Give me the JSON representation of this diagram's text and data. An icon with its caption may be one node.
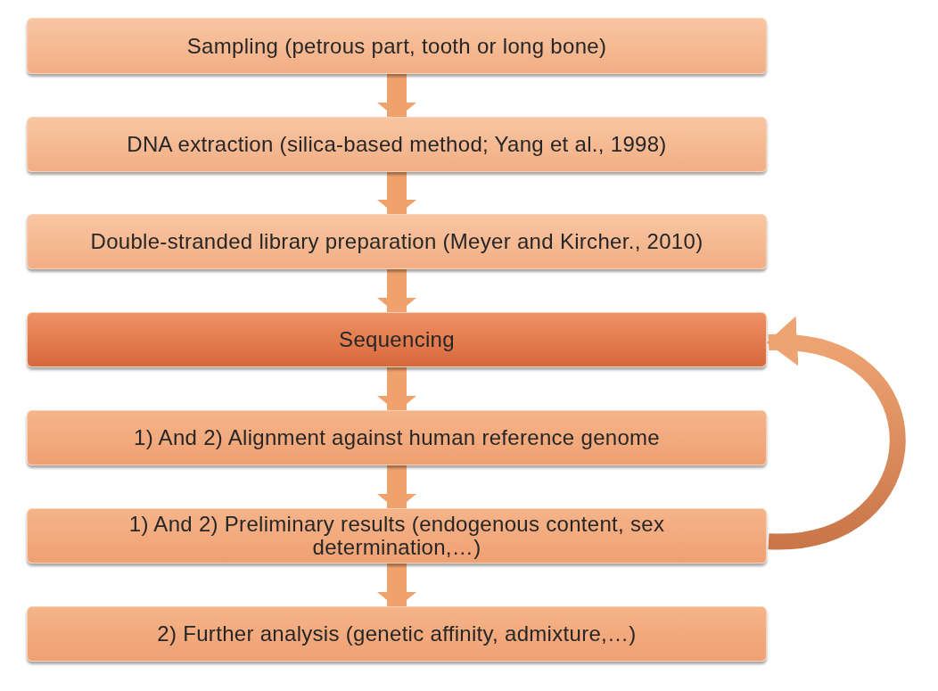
{
  "diagram": {
    "nodes": [
      {
        "text": [
          "Sampling (petrous part, tooth or long bone)"
        ]
      },
      {
        "text": [
          "DNA extraction (silica-based method; Yang et al., 1998)"
        ]
      },
      {
        "text": [
          "Double-stranded library preparation (Meyer and Kircher., 2010)"
        ]
      },
      {
        "text": [
          "Sequencing"
        ]
      },
      {
        "text": [
          "1) And 2) Alignment against human reference genome"
        ]
      },
      {
        "text": [
          "1) And 2) Preliminary results (endogenous content, sex determination,…)"
        ]
      },
      {
        "text": [
          "2) Further analysis (genetic affinity, admixture,…)"
        ]
      }
    ],
    "edges": [
      {
        "from": 0,
        "to": 1,
        "arrow": "to"
      },
      {
        "from": 1,
        "to": 2,
        "arrow": "to"
      },
      {
        "from": 2,
        "to": 3,
        "arrow": "to"
      },
      {
        "from": 3,
        "to": 4,
        "arrow": "to"
      },
      {
        "from": 4,
        "to": 5,
        "arrow": "to"
      },
      {
        "from": 5,
        "to": 6,
        "arrow": "to"
      },
      {
        "from": 5,
        "to": 3,
        "arrow": "to",
        "style": "thick"
      }
    ]
  }
}
